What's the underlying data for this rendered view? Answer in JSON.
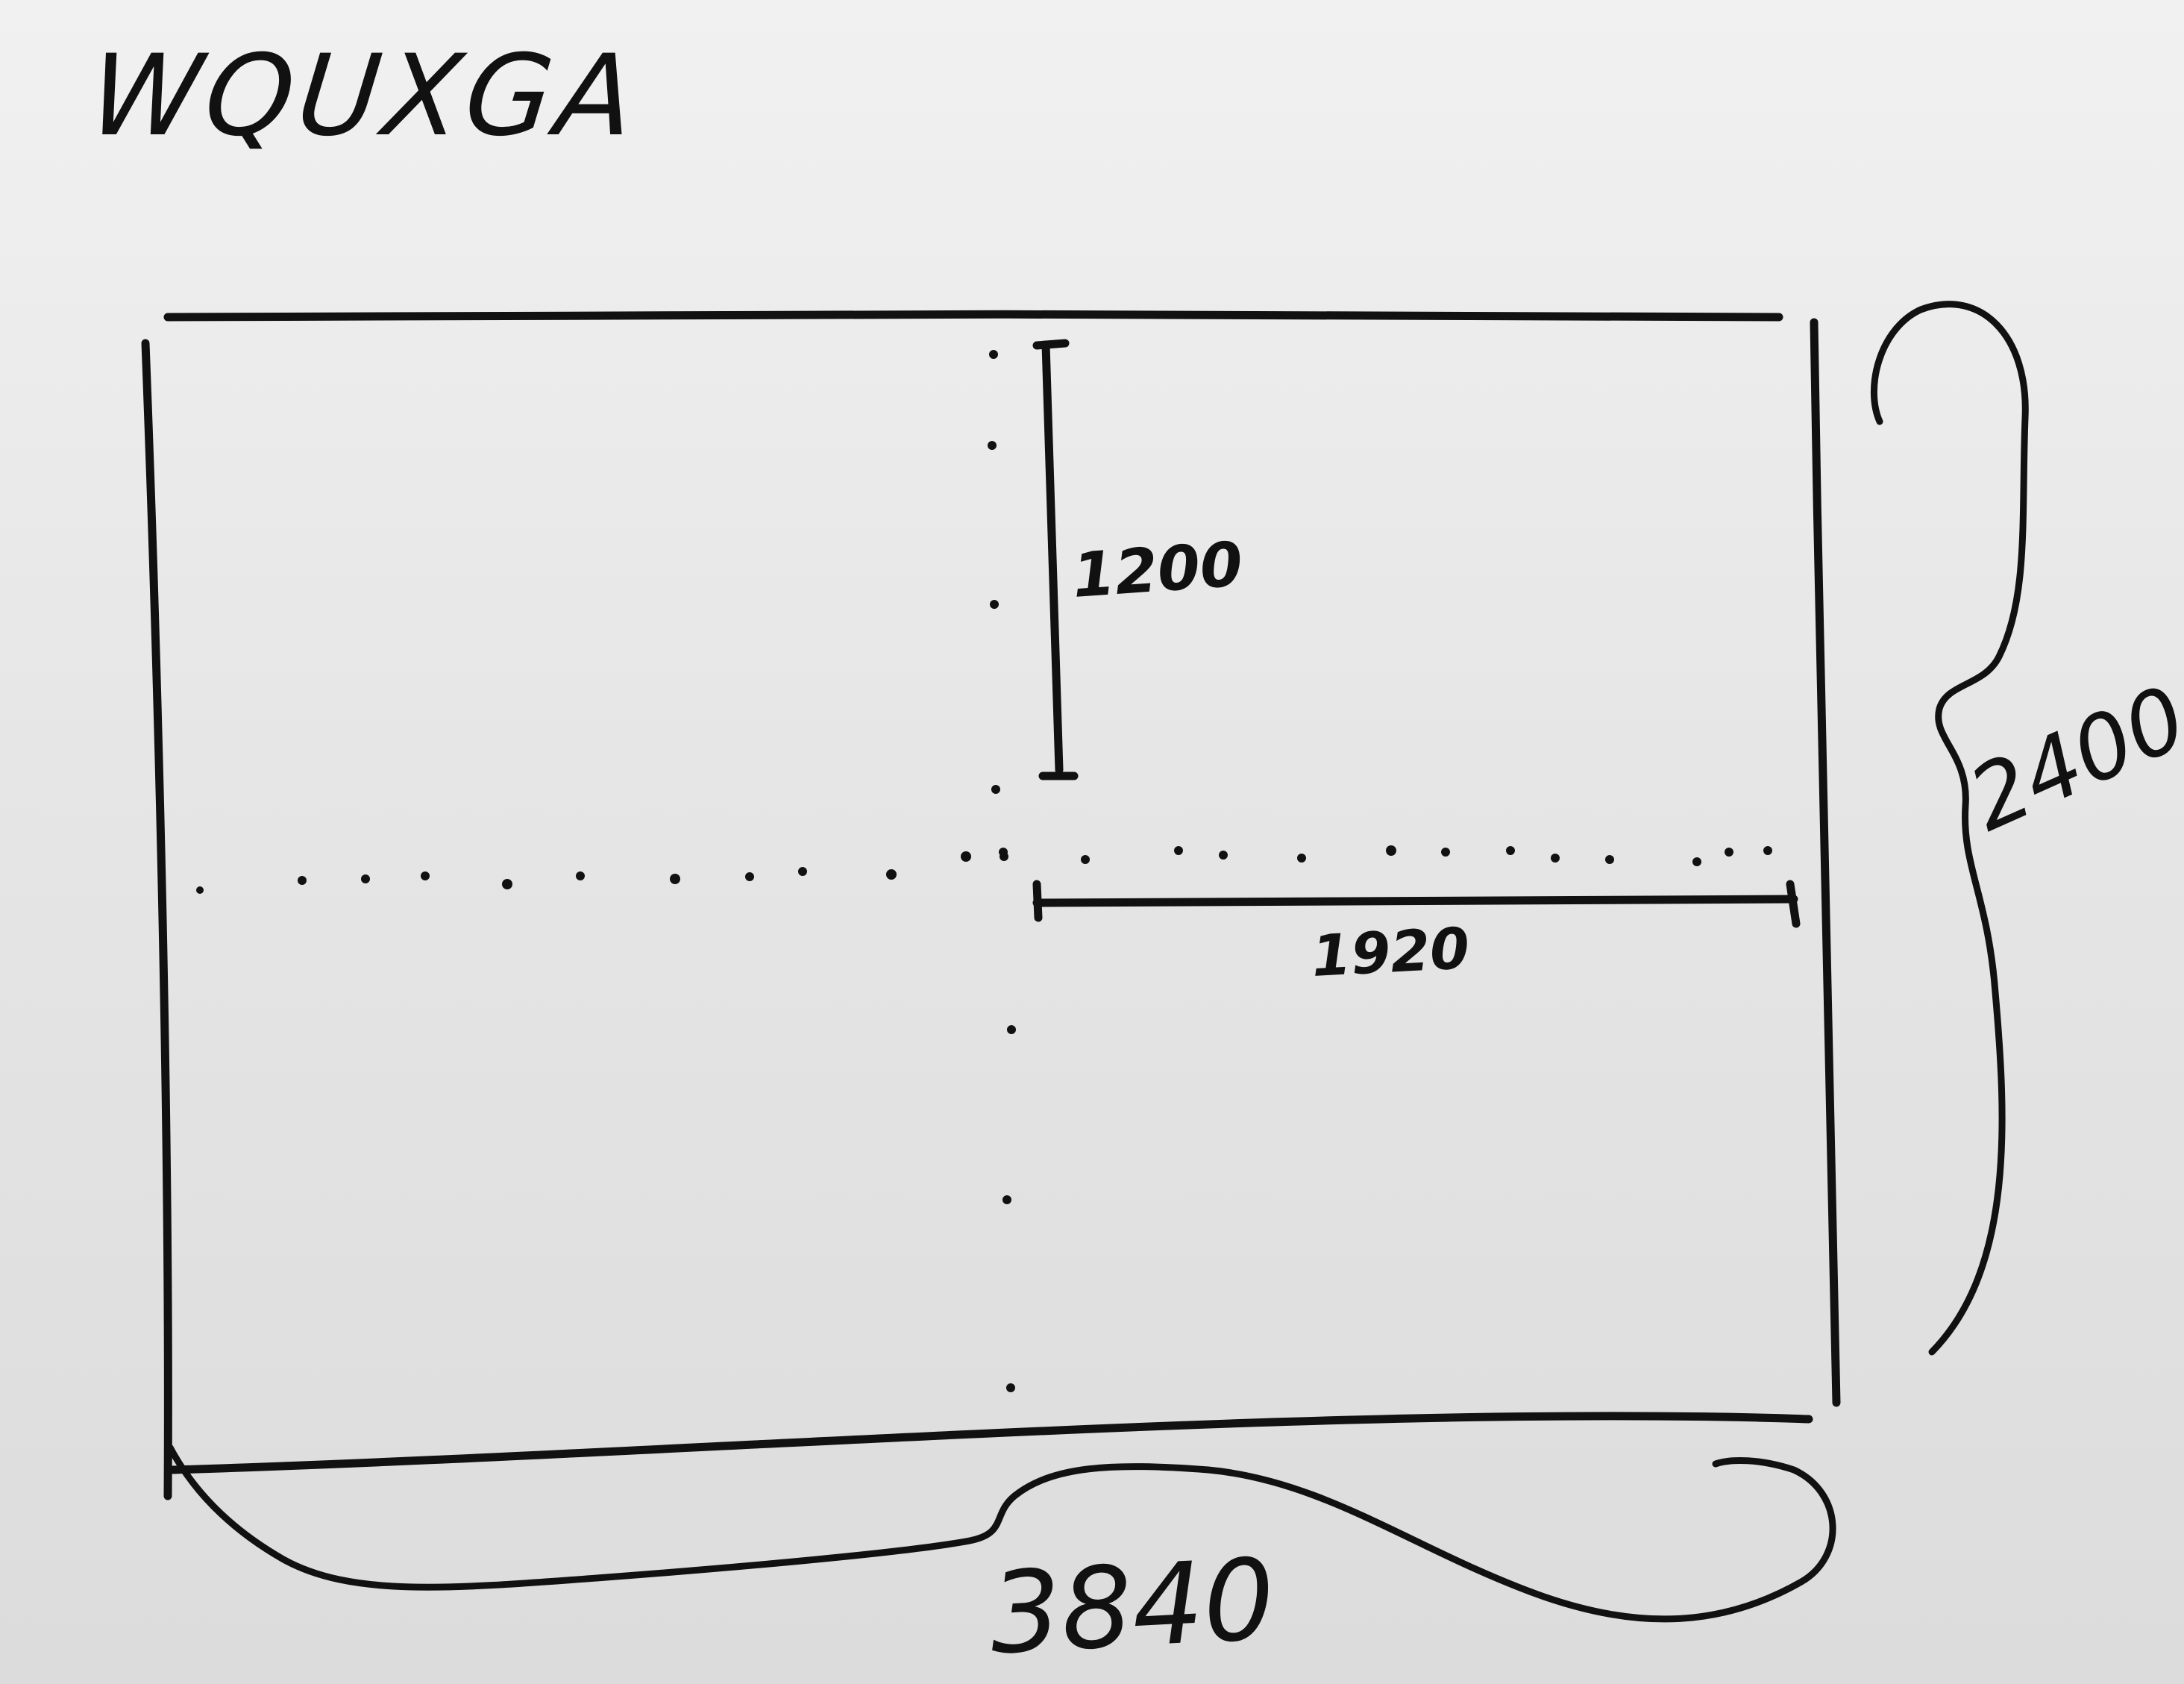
{
  "title": "WQUXGA",
  "dimensions": {
    "total_width": "3840",
    "total_height": "2400",
    "half_width": "1920",
    "half_height": "1200"
  },
  "colors": {
    "ink": "#111111",
    "paper": "#ececec"
  }
}
